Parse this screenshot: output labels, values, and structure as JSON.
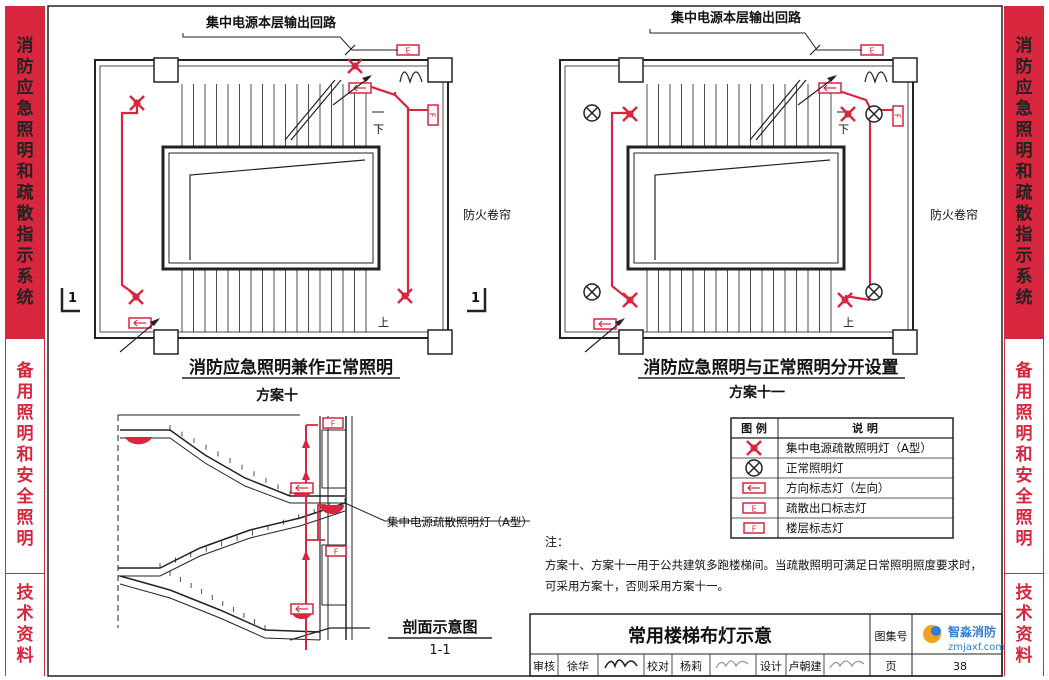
{
  "sidebar_left": {
    "sections": [
      {
        "text": "消防应急照明和疏散指示系统",
        "style": "red"
      },
      {
        "text": "备用照明和安全照明",
        "style": "white"
      },
      {
        "text": "技术资料",
        "style": "white"
      }
    ]
  },
  "sidebar_right": {
    "sections": [
      {
        "text": "消防应急照明和疏散指示系统",
        "style": "red"
      },
      {
        "text": "备用照明和安全照明",
        "style": "white"
      },
      {
        "text": "技术资料",
        "style": "white"
      }
    ]
  },
  "plan_left": {
    "feed_label": "集中电源本层输出回路",
    "shutter_label": "防火卷帘",
    "caption": "消防应急照明兼作正常照明",
    "scheme": "方案十",
    "down_label": "下",
    "up_label": "上",
    "section_mark": "1"
  },
  "plan_right": {
    "feed_label": "集中电源本层输出回路",
    "shutter_label": "防火卷帘",
    "caption": "消防应急照明与正常照明分开设置",
    "scheme": "方案十一",
    "down_label": "下",
    "up_label": "上"
  },
  "section": {
    "lamp_label": "集中电源疏散照明灯（A型）",
    "caption": "剖面示意图",
    "sub": "1-1"
  },
  "legend": {
    "head_symbol": "图  例",
    "head_desc": "说   明",
    "rows": [
      {
        "icon": "emergency-lamp-icon",
        "desc": "集中电源疏散照明灯（A型）"
      },
      {
        "icon": "normal-lamp-icon",
        "desc": "正常照明灯"
      },
      {
        "icon": "direction-sign-icon",
        "desc": "方向标志灯（左向）"
      },
      {
        "icon": "exit-sign-icon",
        "desc": "疏散出口标志灯"
      },
      {
        "icon": "floor-sign-icon",
        "desc": "楼层标志灯"
      }
    ]
  },
  "note": {
    "title": "注：",
    "line1": "方案十、方案十一用于公共建筑多跑楼梯间。当疏散照明可满足日常照明照度要求时，",
    "line2": "可采用方案十，否则采用方案十一。"
  },
  "title_block": {
    "title": "常用楼梯布灯示意",
    "atlas_label": "图集号",
    "review": "审核",
    "reviewer": "徐华",
    "check": "校对",
    "checker": "杨莉",
    "design": "设计",
    "designer": "卢朝建",
    "page_label": "页",
    "page_no": "38"
  },
  "watermark": {
    "name": "智淼消防",
    "url": "zmjaxf.com"
  },
  "colors": {
    "red": "#d7263d",
    "line": "#222222"
  }
}
